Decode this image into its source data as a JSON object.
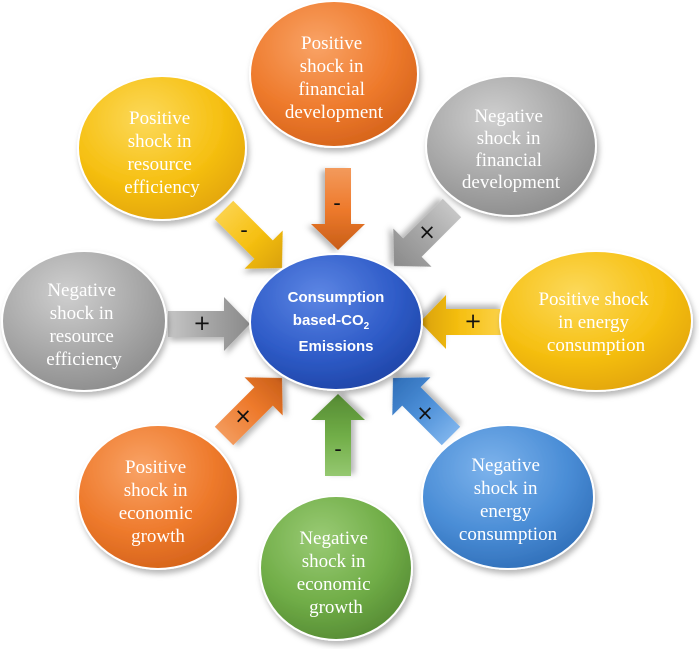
{
  "center": {
    "line1": "Consumption",
    "line2": "based-CO",
    "subscript": "2",
    "line3": "Emissions"
  },
  "colors": {
    "orange": "#F07C2C",
    "yellow": "#F8C311",
    "gray": "#A8A8A8",
    "blue": "#4A8DD6",
    "green": "#70AD47",
    "center_blue": "#2F5CC8"
  },
  "nodes": {
    "pos_financial": {
      "lines": [
        "Positive",
        "shock in",
        "financial",
        "development"
      ],
      "sign": "-"
    },
    "neg_financial": {
      "lines": [
        "Negative",
        "shock in",
        "financial",
        "development"
      ],
      "sign": "×"
    },
    "pos_resource": {
      "lines": [
        "Positive",
        "shock in",
        "resource",
        "efficiency"
      ],
      "sign": "-"
    },
    "neg_resource": {
      "lines": [
        "Negative",
        "shock in",
        "resource",
        "efficiency"
      ],
      "sign": "+"
    },
    "pos_energy": {
      "lines": [
        "Positive shock",
        "in energy",
        "consumption"
      ],
      "sign": "+"
    },
    "neg_energy": {
      "lines": [
        "Negative",
        "shock in",
        "energy",
        "consumption"
      ],
      "sign": "×"
    },
    "pos_growth": {
      "lines": [
        "Positive",
        "shock in",
        "economic",
        "growth"
      ],
      "sign": "×"
    },
    "neg_growth": {
      "lines": [
        "Negative",
        "shock in",
        "economic",
        "growth"
      ],
      "sign": "-"
    }
  }
}
